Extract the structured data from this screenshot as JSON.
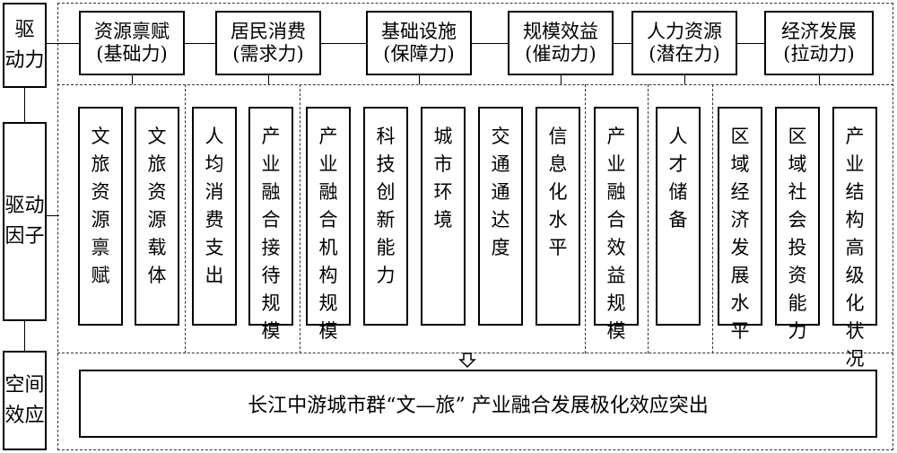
{
  "side_labels": {
    "driving_force": [
      "驱",
      "动力"
    ],
    "driving_factors": [
      "驱动",
      "因子"
    ],
    "spatial_effect": [
      "空间",
      "效应"
    ]
  },
  "dimensions": [
    {
      "line1": "资源禀赋",
      "line2": "(基础力)"
    },
    {
      "line1": "居民消费",
      "line2": "(需求力)"
    },
    {
      "line1": "基础设施",
      "line2": "(保障力)"
    },
    {
      "line1": "规模效益",
      "line2": "(催动力)"
    },
    {
      "line1": "人力资源",
      "line2": "(潜在力)"
    },
    {
      "line1": "经济发展",
      "line2": "(拉动力)"
    }
  ],
  "factors": [
    "文旅资源禀赋",
    "文旅资源载体",
    "人均消费支出",
    "产业融合接待规模",
    "产业融合机构规模",
    "科技创新能力",
    "城市环境",
    "交通通达度",
    "信息化水平",
    "产业融合效益规模",
    "人才储备",
    "区域经济发展水平",
    "区域社会投资能力",
    "产业结构高级化状况"
  ],
  "result_text": "长江中游城市群“文—旅” 产业融合发展极化效应突出"
}
